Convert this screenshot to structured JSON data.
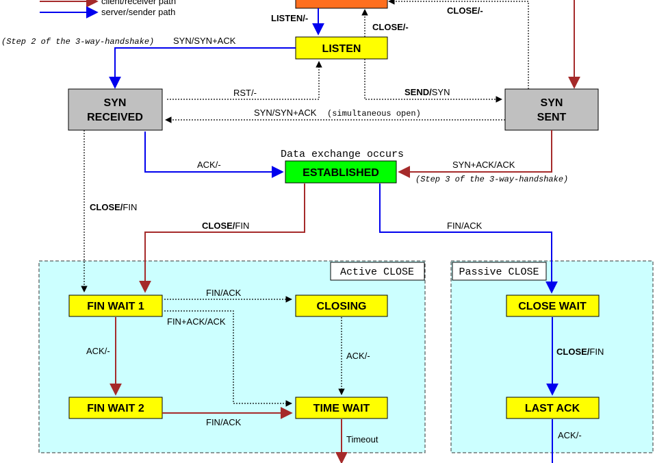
{
  "legend": {
    "client_path": "client/receiver path",
    "server_path": "server/sender path",
    "client_color": "#a52a2a",
    "server_color": "#0000ee"
  },
  "states": {
    "listen": "LISTEN",
    "syn_received_1": "SYN",
    "syn_received_2": "RECEIVED",
    "syn_sent_1": "SYN",
    "syn_sent_2": "SENT",
    "established": "ESTABLISHED",
    "fin_wait_1": "FIN WAIT 1",
    "fin_wait_2": "FIN WAIT 2",
    "closing": "CLOSING",
    "time_wait": "TIME WAIT",
    "close_wait": "CLOSE WAIT",
    "last_ack": "LAST ACK"
  },
  "state_colors": {
    "closed": "#ff6f1f",
    "normal": "#ffff00",
    "established": "#00ff00",
    "handshake": "#c0c0c0"
  },
  "groups": {
    "active_close": "Active CLOSE",
    "passive_close": "Passive CLOSE",
    "group_fill": "#ccffff"
  },
  "notes": {
    "step2": "(Step 2 of the 3-way-handshake)",
    "step3": "(Step 3 of the 3-way-handshake)",
    "data_exchange": "Data exchange occurs",
    "simultaneous": "(simultaneous open)"
  },
  "transitions": {
    "listen_from_closed": "LISTEN/-",
    "close_listen_bold": "CLOSE/-",
    "close_synsent_bold": "CLOSE/-",
    "syn_synack": "SYN/SYN+ACK",
    "rst": "RST/-",
    "send_bold": "SEND/",
    "send_rest": "SYN",
    "syn_synack_simul": "SYN/SYN+ACK",
    "ack_established": "ACK/-",
    "synack_ack": "SYN+ACK/ACK",
    "close_fin_bold": "CLOSE/",
    "close_fin_rest": "FIN",
    "close_fin2_bold": "CLOSE/",
    "close_fin2_rest": "FIN",
    "fin_ack_passive": "FIN/ACK",
    "fin_ack_closing": "FIN/ACK",
    "finack_ack": "FIN+ACK/ACK",
    "ack_fw2": "ACK/-",
    "ack_tw": "ACK/-",
    "fin_ack_tw": "FIN/ACK",
    "timeout": "Timeout",
    "close_fin3_bold": "CLOSE/",
    "close_fin3_rest": "FIN",
    "ack_last": "ACK/-"
  }
}
